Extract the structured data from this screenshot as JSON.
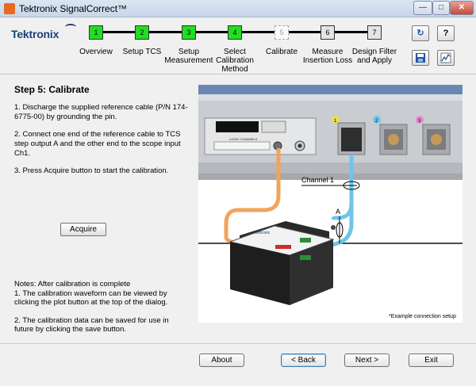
{
  "window": {
    "title": "Tektronix SignalCorrect™",
    "controls": [
      "—",
      "□",
      "✕"
    ]
  },
  "header": {
    "logo": "Tektronix",
    "steps": [
      {
        "number": "1",
        "label": "Overview",
        "state": "done"
      },
      {
        "number": "2",
        "label": "Setup TCS",
        "state": "done"
      },
      {
        "number": "3",
        "label": "Setup Measurement",
        "state": "done"
      },
      {
        "number": "4",
        "label": "Select Calibration Method",
        "state": "done"
      },
      {
        "number": "5",
        "label": "Calibrate",
        "state": "current"
      },
      {
        "number": "6",
        "label": "Measure Insertion Loss",
        "state": "todo"
      },
      {
        "number": "7",
        "label": "Design Filter and Apply",
        "state": "todo"
      }
    ],
    "buttons": {
      "refresh": "↻",
      "help": "?",
      "save": "💾",
      "plot": "▦"
    }
  },
  "left": {
    "title": "Step 5: Calibrate",
    "instructions": [
      "1. Discharge the supplied reference cable (P/N 174-6775-00) by grounding the pin.",
      "2. Connect one end of the reference cable to TCS step output A and the other end to the scope input Ch1.",
      "3. Press Acquire button to start the calibration."
    ],
    "acquire_label": "Acquire",
    "notes": [
      "Notes: After calibration is complete",
      "1. The calibration waveform can be viewed by clicking the plot button at the top of the dialog.",
      "2. The calibration data can be saved for use in future by clicking the save button."
    ]
  },
  "image": {
    "channel_label": "Channel 1",
    "port_label": "A",
    "caption": "*Example connection setup",
    "scope_labels": {
      "logic": "LOGIC CHANNELS",
      "ch1": "1",
      "ch2": "2",
      "ch3": "3"
    },
    "device_label": "Tektronix"
  },
  "footer": {
    "about": "About",
    "back": "< Back",
    "next": "Next >",
    "exit": "Exit"
  }
}
